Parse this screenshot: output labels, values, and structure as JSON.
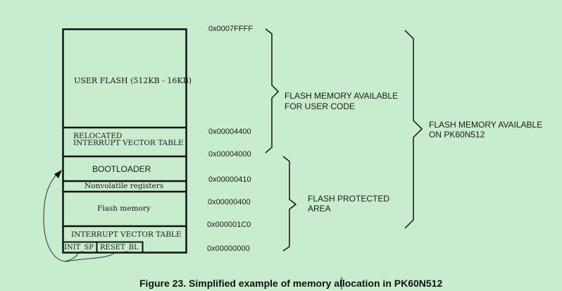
{
  "memory_blocks": {
    "user_flash": "USER FLASH (512KB - 16KB)",
    "relocated_line1": "RELOCATED",
    "relocated_line2": "INTERRUPT VECTOR TABLE",
    "bootloader": "BOOTLOADER",
    "nonvolatile": "Nonvolatile registers",
    "flash_memory": "Flash memory",
    "ivt": "INTERRUPT VECTOR TABLE",
    "init_sp": "INIT_SP",
    "reset_bl": "RESET_BL"
  },
  "addresses": {
    "a0": "0x0007FFFF",
    "a1": "0x00004400",
    "a2": "0x00004000",
    "a3": "0x00000410",
    "a4": "0x00000400",
    "a5": "0x000001C0",
    "a6": "0x00000000"
  },
  "brace_labels": {
    "user_code_line1": "FLASH MEMORY AVAILABLE",
    "user_code_line2": "FOR USER CODE",
    "protected_line1": "FLASH PROTECTED",
    "protected_line2": "AREA",
    "total_line1": "FLASH MEMORY AVAILABLE",
    "total_line2": "ON PK60N512"
  },
  "caption": "Figure 23. Simplified example of memory allocation in PK60N512"
}
